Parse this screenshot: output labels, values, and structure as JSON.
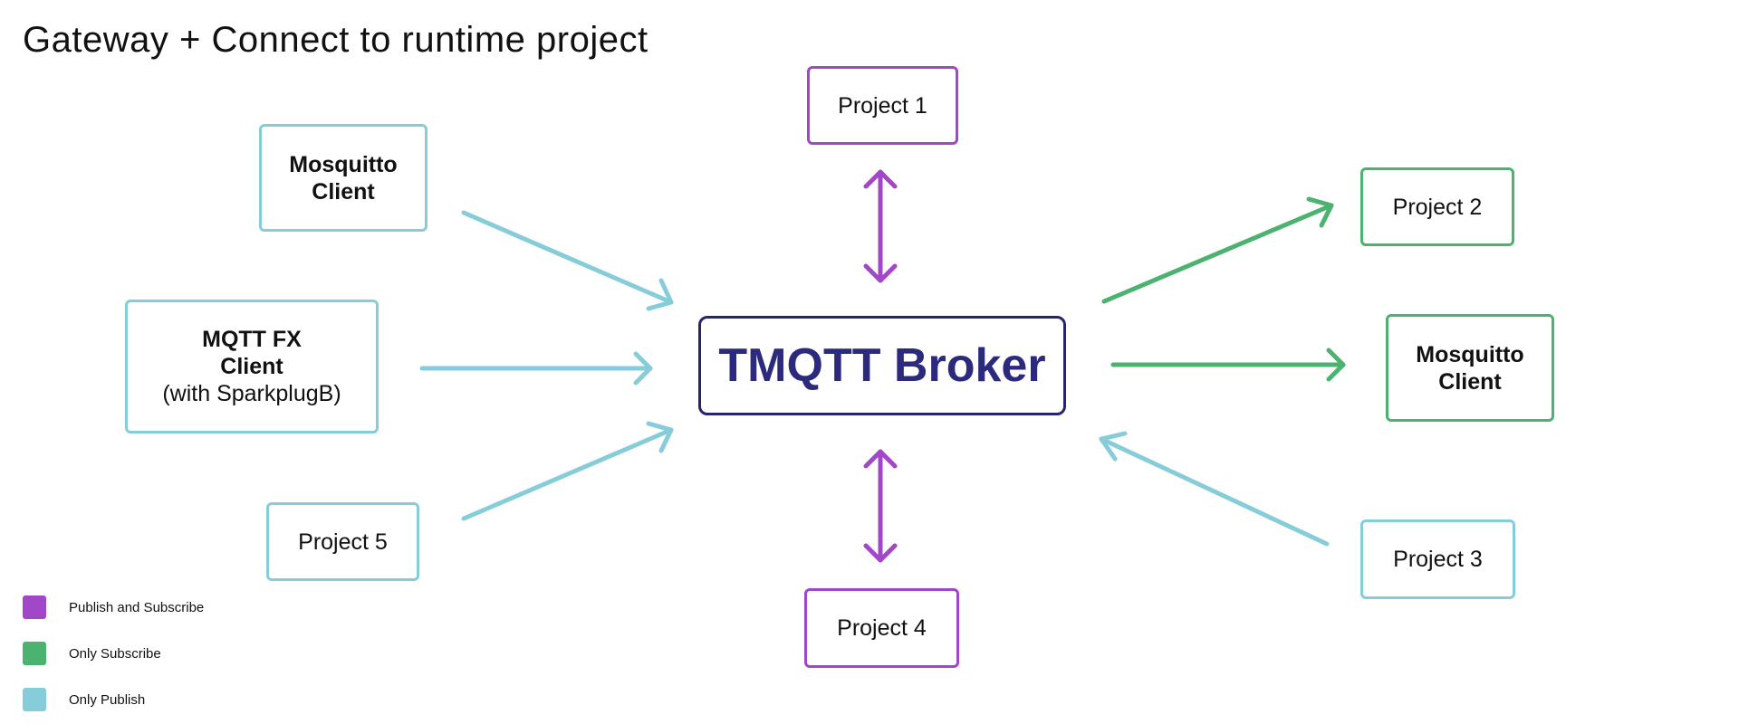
{
  "title": "Gateway + Connect to runtime project",
  "colors": {
    "publish_and_subscribe": "#a148c8",
    "only_subscribe": "#4cb26f",
    "only_publish": "#86cdd9",
    "broker": "#25246c"
  },
  "broker": {
    "label": "TMQTT Broker"
  },
  "nodes": {
    "mosquitto_client_left": {
      "line1": "Mosquitto",
      "line2": "Client"
    },
    "mqtt_fx_client": {
      "line1": "MQTT FX",
      "line2": "Client",
      "line3": "(with SparkplugB)"
    },
    "project_5": {
      "label": "Project 5"
    },
    "project_1": {
      "label": "Project 1"
    },
    "project_4": {
      "label": "Project 4"
    },
    "project_2": {
      "label": "Project 2"
    },
    "mosquitto_client_right": {
      "line1": "Mosquitto",
      "line2": "Client"
    },
    "project_3": {
      "label": "Project 3"
    }
  },
  "legend": [
    {
      "label": "Publish and Subscribe",
      "color": "#a148c8"
    },
    {
      "label": "Only Subscribe",
      "color": "#4cb26f"
    },
    {
      "label": "Only Publish",
      "color": "#86cdd9"
    }
  ]
}
